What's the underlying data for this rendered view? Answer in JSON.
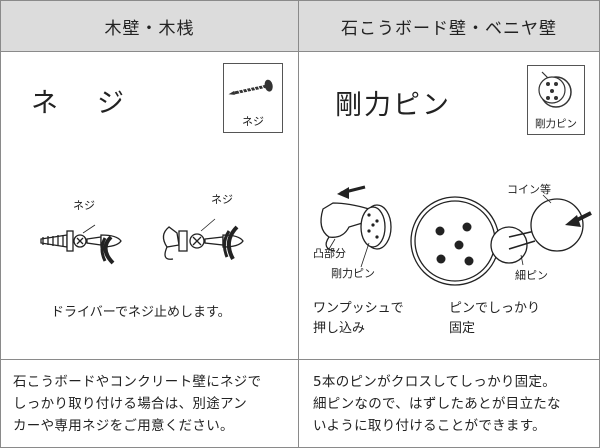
{
  "left": {
    "header": "木壁・木桟",
    "method": "ネ　ジ",
    "icon_label": "ネジ",
    "callout": "ネジ",
    "caption": "ドライバーでネジ止めします。",
    "description": [
      "石こうボードやコンクリート壁にネジで",
      "しっかり取り付ける場合は、別途アン",
      "カーや専用ネジをご用意ください。"
    ]
  },
  "right": {
    "header": "石こうボード壁・ベニヤ壁",
    "method": "剛力ピン",
    "icon_label": "剛力ピン",
    "labels": {
      "convex": "凸部分",
      "pin": "剛力ピン",
      "coin": "コイン等",
      "thin_pin": "細ピン"
    },
    "caption_push": [
      "ワンプッシュで",
      "押し込み"
    ],
    "caption_fix": [
      "ピンでしっかり",
      "固定"
    ],
    "description": [
      "5本のピンがクロスしてしっかり固定。",
      "細ピンなので、はずしたあとが目立たな",
      "いように取り付けることができます。"
    ]
  }
}
